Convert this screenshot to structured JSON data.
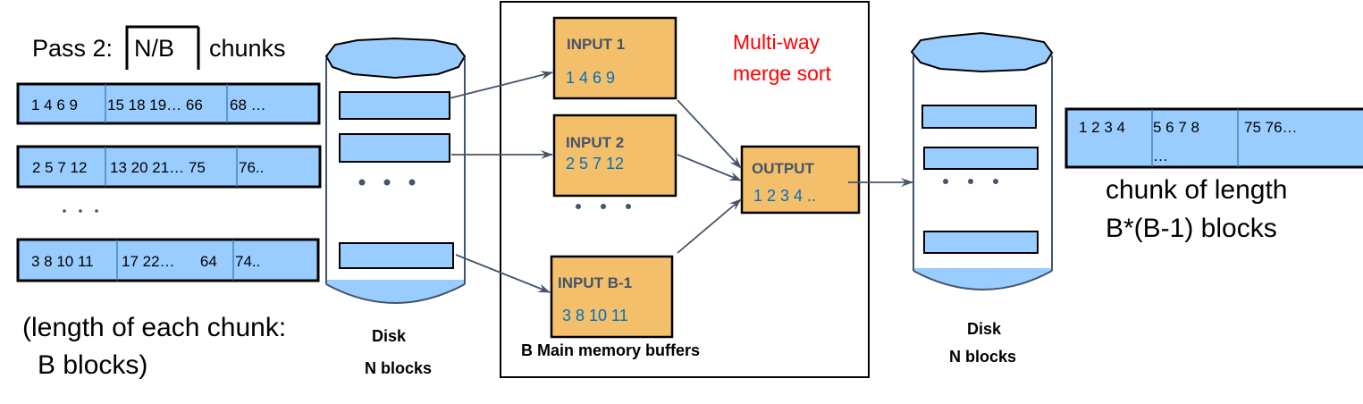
{
  "left": {
    "pass_label": "Pass 2:",
    "ceil_expr": "N/B",
    "chunks_word": "chunks",
    "rows": [
      {
        "cells": [
          "1 4 6 9",
          "15 18 19… 66",
          "68 …"
        ]
      },
      {
        "cells": [
          "2 5 7 12",
          "13 20 21… 75",
          "76.."
        ]
      },
      {
        "cells": [
          "3 8 10 11",
          "17 22…      64",
          "74.."
        ]
      }
    ],
    "length_line1": "(length of each chunk:",
    "length_line2": "B blocks)"
  },
  "disk_in": {
    "label": "Disk",
    "sublabel": "N blocks"
  },
  "memory": {
    "title_line1": "Multi-way",
    "title_line2": "merge sort",
    "caption": "B Main memory buffers",
    "inputs": [
      {
        "label": "INPUT 1",
        "values": "1 4 6 9"
      },
      {
        "label": "INPUT 2",
        "values": "2 5 7 12"
      },
      {
        "label": "INPUT B-1",
        "values": "3 8 10 11"
      }
    ],
    "output": {
      "label": "OUTPUT",
      "values": "1 2 3 4 .."
    }
  },
  "disk_out": {
    "label": "Disk",
    "sublabel": "N blocks"
  },
  "result": {
    "cells": [
      "1 2 3 4",
      "5 6 7 8",
      "…",
      "75 76…"
    ],
    "caption_line1": "chunk of length",
    "caption_line2": "B*(B-1) blocks"
  },
  "colors": {
    "block": "#99ccff",
    "buffer": "#f4bf6a",
    "title": "#ff0000",
    "values": "#0070c0",
    "labels": "#44546a"
  }
}
